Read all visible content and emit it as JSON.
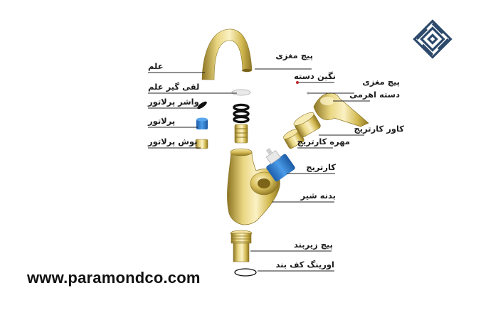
{
  "website": "www.paramondco.com",
  "colors": {
    "gold_light": "#f4e6a2",
    "gold_mid": "#d8bf58",
    "gold_dark": "#9b8328",
    "blue": "#2f7fd6",
    "line": "#222222",
    "logo": "#2d4a6c"
  },
  "labels": {
    "spout": "علم",
    "spout_ring": "لقی گیر علم",
    "aerator_washer": "واشر پرلاتور",
    "aerator": "پرلاتور",
    "aerator_housing": "بوش پرلاتور",
    "core_screw_top": "پیچ مغزی",
    "handle_stone": "نگین دسته",
    "core_screw_handle": "پیچ مغزی",
    "lever_handle": "دسته اهرمی",
    "cartridge_cover": "کاور کارتریج",
    "cartridge_nut": "مهره کارتریج",
    "cartridge": "کارتریج",
    "faucet_body": "بدنه شیر",
    "base_screw": "پیچ زیربند",
    "base_oring": "اورینگ کف بند"
  }
}
